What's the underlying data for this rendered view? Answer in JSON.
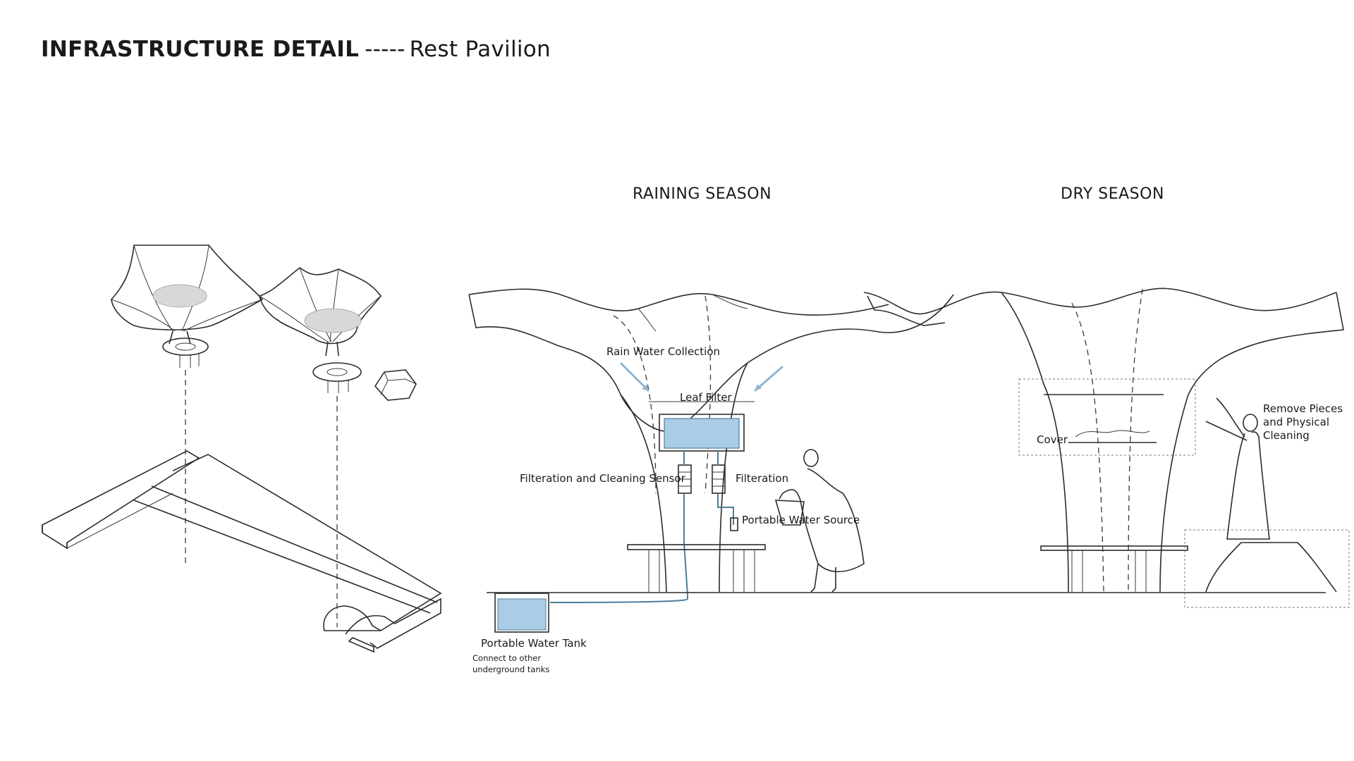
{
  "header": {
    "title_bold": "INFRASTRUCTURE DETAIL",
    "separator": "-----",
    "title_rest": "Rest Pavilion"
  },
  "seasons": {
    "raining": "RAINING SEASON",
    "dry": "DRY SEASON"
  },
  "labels": {
    "rain_water_collection": "Rain Water Collection",
    "leaf_filter": "Leaf Filter",
    "filteration_sensor": "Filteration and Cleaning Sensor",
    "filteration": "Filteration",
    "portable_water_source": "Portable Water Source",
    "portable_water_tank": "Portable Water Tank",
    "tank_note": "Connect to other underground tanks",
    "cover": "Cover",
    "remove_pieces": "Remove Pieces and Physical Cleaning"
  },
  "colors": {
    "water": "#a9cde6",
    "water_line": "#4e7f9e",
    "arrow": "#8fb6d2",
    "ink": "#2b2b2b"
  }
}
